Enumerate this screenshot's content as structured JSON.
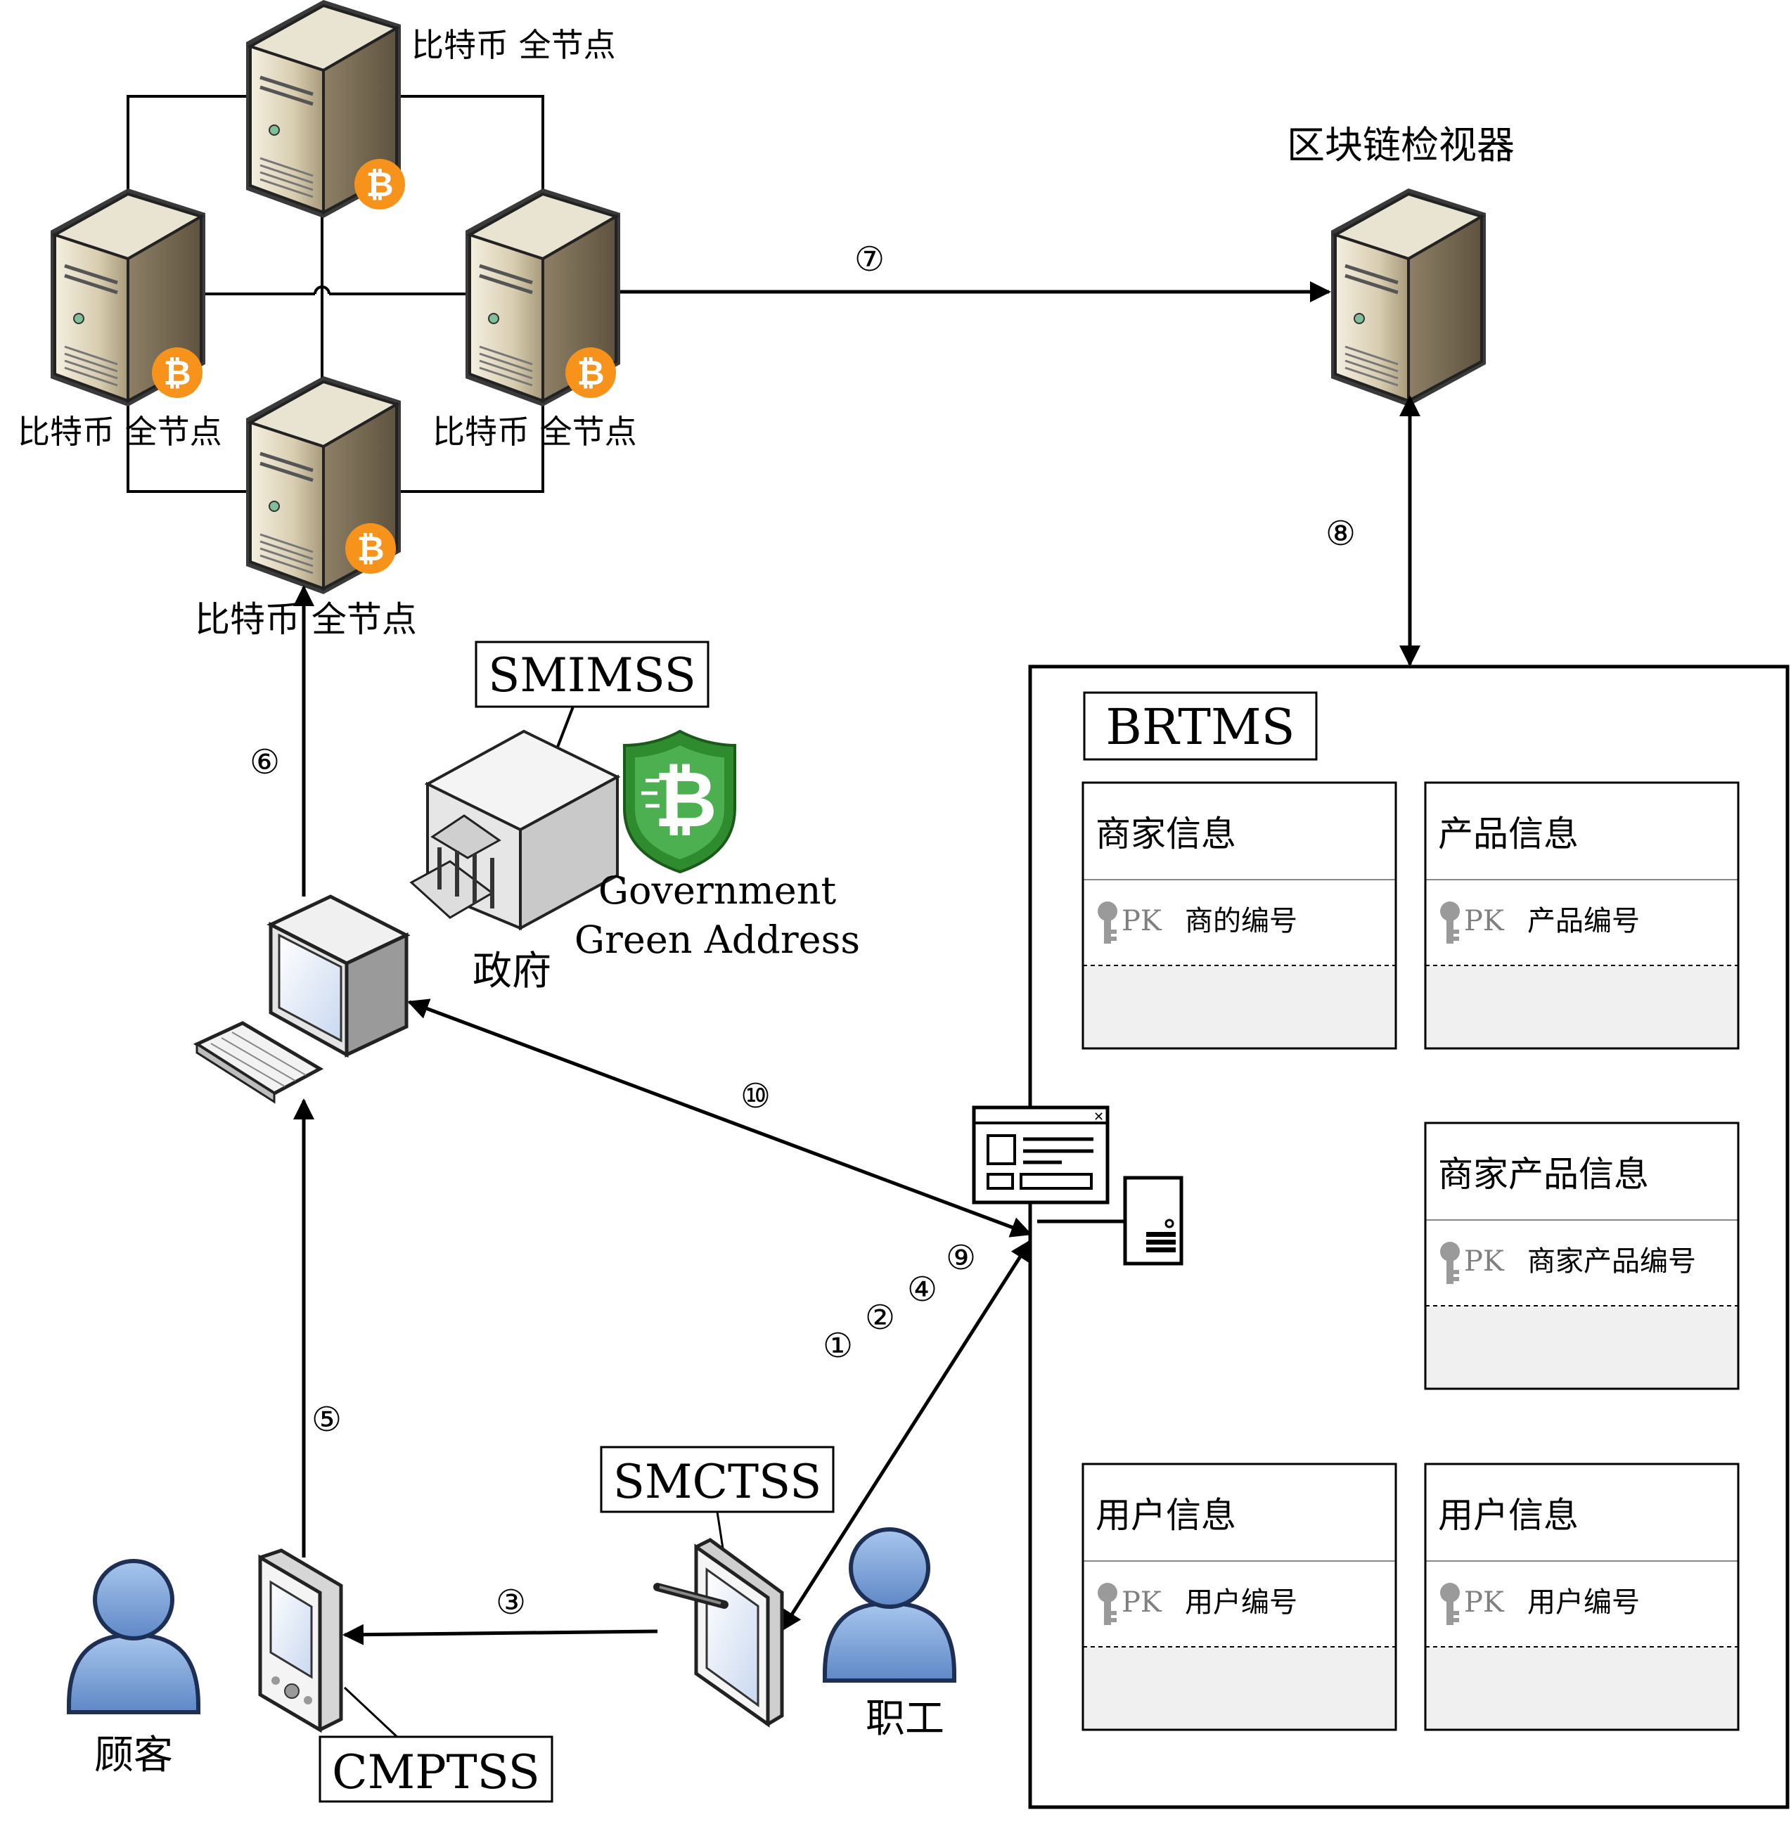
{
  "nodes": {
    "bitcoin_node_label": "比特币 全节点",
    "explorer_label": "区块链检视器",
    "government_label": "政府",
    "gov_green_line1": "Government",
    "gov_green_line2": "Green Address",
    "customer_label": "顾客",
    "staff_label": "职工"
  },
  "systems": {
    "smimss": "SMIMSS",
    "smctss": "SMCTSS",
    "cmptss": "CMPTSS",
    "brtms": "BRTMS"
  },
  "steps": {
    "s1": "①",
    "s2": "②",
    "s3": "③",
    "s4": "④",
    "s5": "⑤",
    "s6": "⑥",
    "s7": "⑦",
    "s8": "⑧",
    "s9": "⑨",
    "s10": "⑩"
  },
  "tables": [
    {
      "title": "商家信息",
      "pk": "PK",
      "field": "商的编号"
    },
    {
      "title": "产品信息",
      "pk": "PK",
      "field": "产品编号"
    },
    {
      "title": "商家产品信息",
      "pk": "PK",
      "field": "商家产品编号"
    },
    {
      "title": "用户信息",
      "pk": "PK",
      "field": "用户编号"
    },
    {
      "title": "用户信息",
      "pk": "PK",
      "field": "用户编号"
    }
  ],
  "icons": {
    "server": "server-tower-icon",
    "bitcoin": "bitcoin-badge-icon",
    "shield": "bitcoin-shield-icon",
    "government": "government-building-icon",
    "desktop": "desktop-computer-icon",
    "phone": "mobile-phone-icon",
    "tablet": "tablet-pen-icon",
    "person": "person-icon",
    "web": "web-server-icon",
    "key": "key-icon"
  },
  "colors": {
    "bitcoin_orange": "#f7931a",
    "shield_green": "#2e8b2e",
    "person_blue": "#7ea6d9",
    "server_beige": "#d9cfb5",
    "table_gray": "#f0f0f0"
  }
}
